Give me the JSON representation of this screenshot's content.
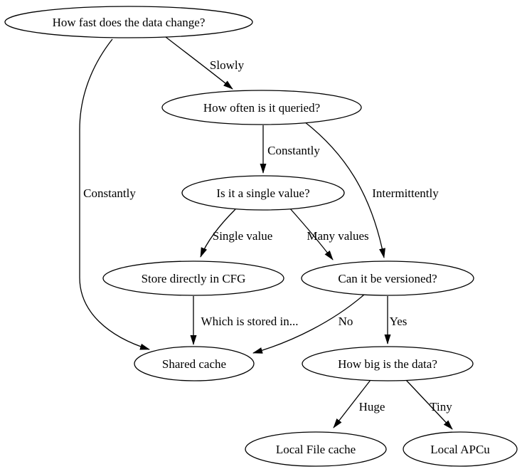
{
  "diagram": {
    "type": "flowchart",
    "description": "Decision tree for choosing a caching strategy",
    "colors": {
      "background": "#ffffff",
      "node_fill": "#ffffff",
      "node_stroke": "#000000",
      "text": "#000000"
    },
    "nodes": [
      {
        "id": "how-fast",
        "label": "How fast does the data change?"
      },
      {
        "id": "how-often",
        "label": "How often is it queried?"
      },
      {
        "id": "single-value",
        "label": "Is it a single value?"
      },
      {
        "id": "store-cfg",
        "label": "Store directly in CFG"
      },
      {
        "id": "versioned",
        "label": "Can it be versioned?"
      },
      {
        "id": "shared-cache",
        "label": "Shared cache"
      },
      {
        "id": "how-big",
        "label": "How big is the data?"
      },
      {
        "id": "local-file",
        "label": "Local File cache"
      },
      {
        "id": "local-apcu",
        "label": "Local APCu"
      }
    ],
    "edges": [
      {
        "from": "how-fast",
        "to": "how-often",
        "label": "Slowly"
      },
      {
        "from": "how-fast",
        "to": "shared-cache",
        "label": "Constantly"
      },
      {
        "from": "how-often",
        "to": "single-value",
        "label": "Constantly"
      },
      {
        "from": "how-often",
        "to": "versioned",
        "label": "Intermittently"
      },
      {
        "from": "single-value",
        "to": "store-cfg",
        "label": "Single value"
      },
      {
        "from": "single-value",
        "to": "versioned",
        "label": "Many values"
      },
      {
        "from": "store-cfg",
        "to": "shared-cache",
        "label": "Which is stored in..."
      },
      {
        "from": "versioned",
        "to": "shared-cache",
        "label": "No"
      },
      {
        "from": "versioned",
        "to": "how-big",
        "label": "Yes"
      },
      {
        "from": "how-big",
        "to": "local-file",
        "label": "Huge"
      },
      {
        "from": "how-big",
        "to": "local-apcu",
        "label": "Tiny"
      }
    ]
  }
}
